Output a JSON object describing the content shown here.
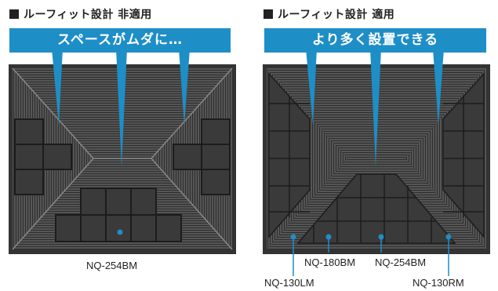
{
  "left": {
    "heading": "ルーフィット設計 非適用",
    "banner": "スペースがムダに…",
    "labels": {
      "center": "NQ-254BM"
    }
  },
  "right": {
    "heading": "ルーフィット設計 適用",
    "banner": "より多く設置できる",
    "labels": {
      "rm180": "NQ-180BM",
      "rm254": "NQ-254BM",
      "lm130": "NQ-130LM",
      "rm130": "NQ-130RM"
    }
  },
  "colors": {
    "accent": "#1e8ec7",
    "roof": "#4a4a4a",
    "panel": "#3a3a3a"
  }
}
